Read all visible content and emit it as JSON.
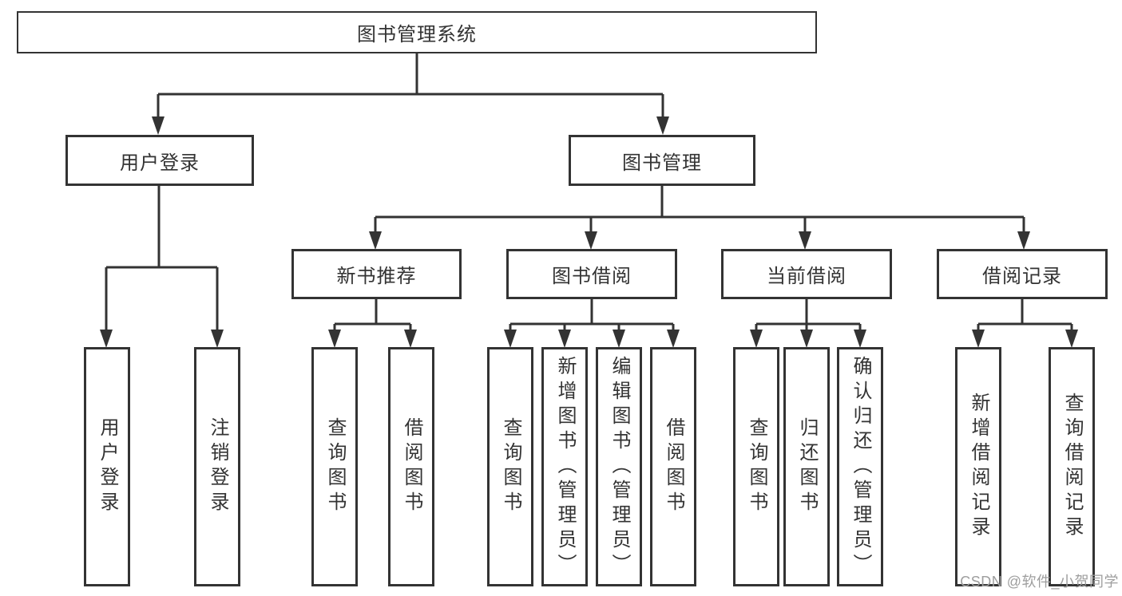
{
  "diagram": {
    "root": {
      "label": "图书管理系统"
    },
    "level2": [
      {
        "label": "用户登录"
      },
      {
        "label": "图书管理"
      }
    ],
    "level3": [
      {
        "label": "新书推荐"
      },
      {
        "label": "图书借阅"
      },
      {
        "label": "当前借阅"
      },
      {
        "label": "借阅记录"
      }
    ],
    "leaves": [
      {
        "label": "用户登录"
      },
      {
        "label": "注销登录"
      },
      {
        "label": "查询图书"
      },
      {
        "label": "借阅图书"
      },
      {
        "label": "查询图书"
      },
      {
        "label": "新增图书（管理员）"
      },
      {
        "label": "编辑图书（管理员）"
      },
      {
        "label": "借阅图书"
      },
      {
        "label": "查询图书"
      },
      {
        "label": "归还图书"
      },
      {
        "label": "确认归还（管理员）"
      },
      {
        "label": "新增借阅记录"
      },
      {
        "label": "查询借阅记录"
      }
    ]
  },
  "watermark": {
    "text": "CSDN @软件_小贺同学"
  },
  "colors": {
    "line": "#333333",
    "text": "#333333",
    "watermark": "#9e9e9e",
    "background": "#ffffff"
  }
}
